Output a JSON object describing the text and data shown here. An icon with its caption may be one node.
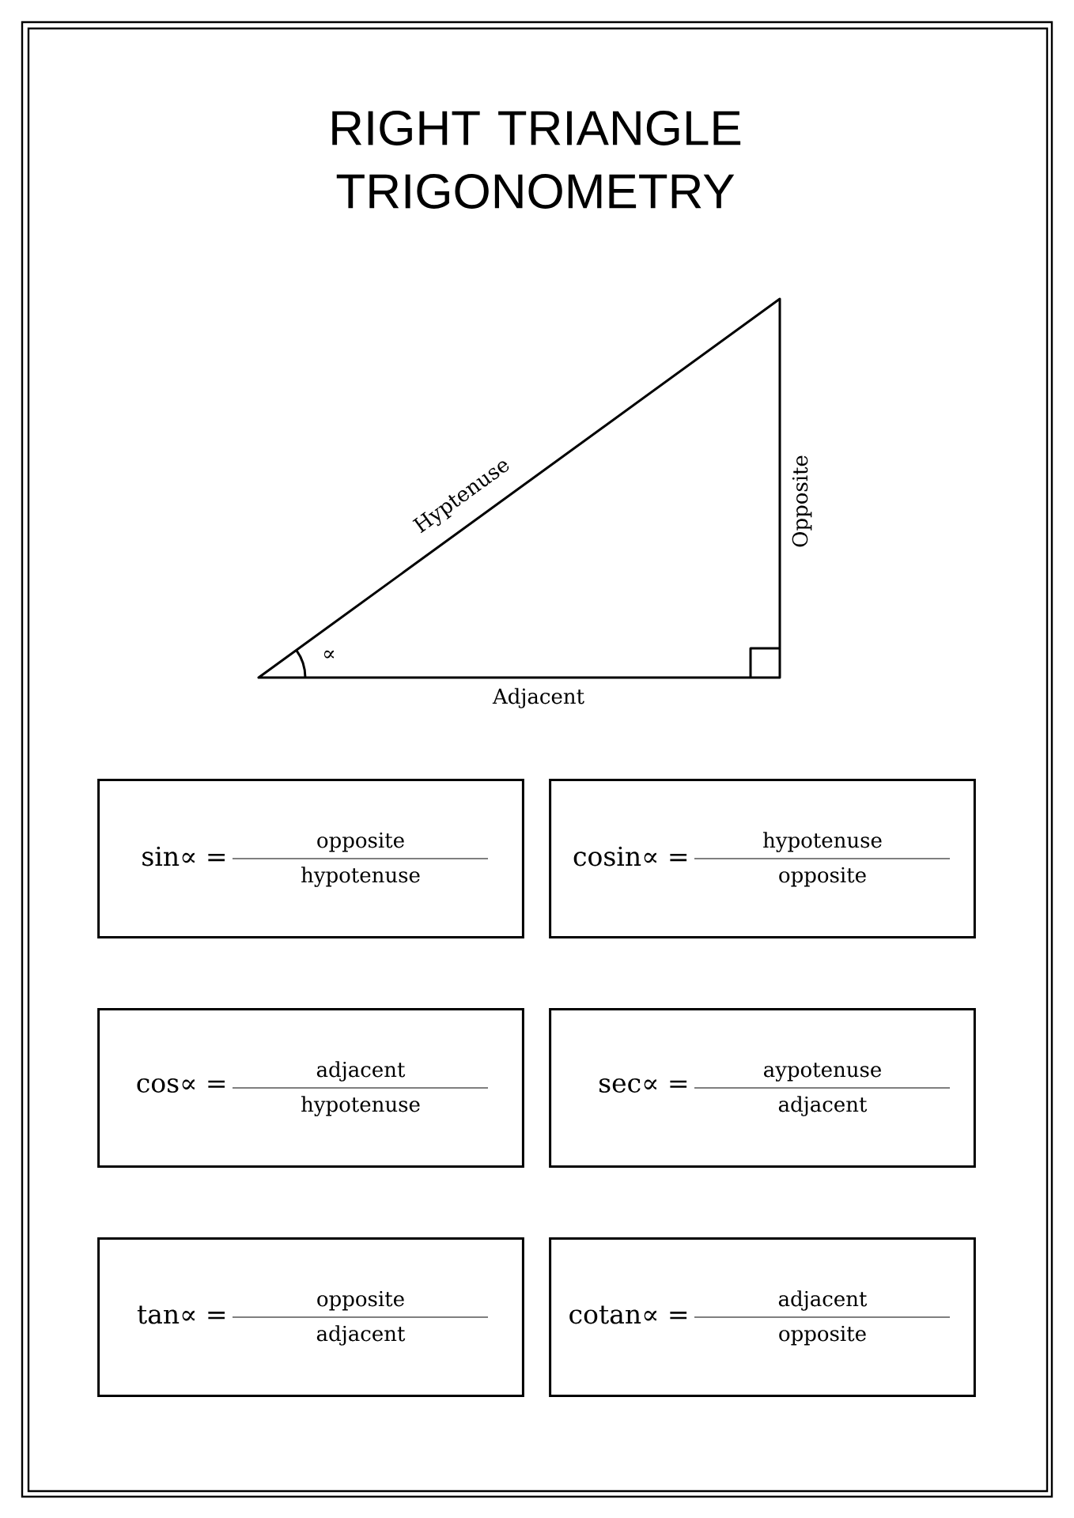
{
  "diagram": {
    "title": "RIGHT TRIANGLE TRIGONOMETRY",
    "nodes": [
      {
        "text": [
          "sin∝ =",
          "opposite",
          "hypotenuse"
        ]
      },
      {
        "text": [
          "cosin∝ =",
          "hypotenuse",
          "opposite"
        ]
      },
      {
        "text": [
          "cos∝ =",
          "adjacent",
          "hypotenuse"
        ]
      },
      {
        "text": [
          "sec∝ =",
          "aypotenuse",
          "adjacent"
        ]
      },
      {
        "text": [
          "tan∝ =",
          "opposite",
          "adjacent"
        ]
      },
      {
        "text": [
          "cotan∝ =",
          "adjacent",
          "opposite"
        ]
      }
    ],
    "labels": [
      "Hyptenuse",
      "Opposite",
      "∝",
      "Adjacent"
    ]
  }
}
